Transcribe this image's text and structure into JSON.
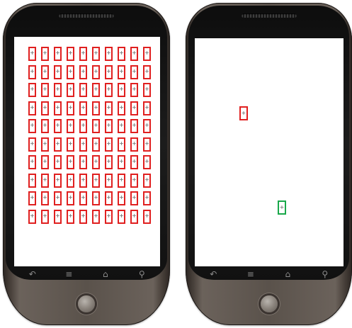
{
  "left_phone": {
    "grid_rows": 10,
    "grid_cols": 10,
    "box_color": "#e02020",
    "box_marker": "+"
  },
  "right_phone": {
    "targets": [
      {
        "name": "red-target",
        "color": "#e02020",
        "marker": "+"
      },
      {
        "name": "green-target",
        "color": "#19a84a",
        "marker": "+"
      }
    ]
  },
  "navbar": {
    "back_icon": "↶",
    "menu_icon": "≡",
    "home_icon": "⌂",
    "search_icon": "⚲"
  }
}
